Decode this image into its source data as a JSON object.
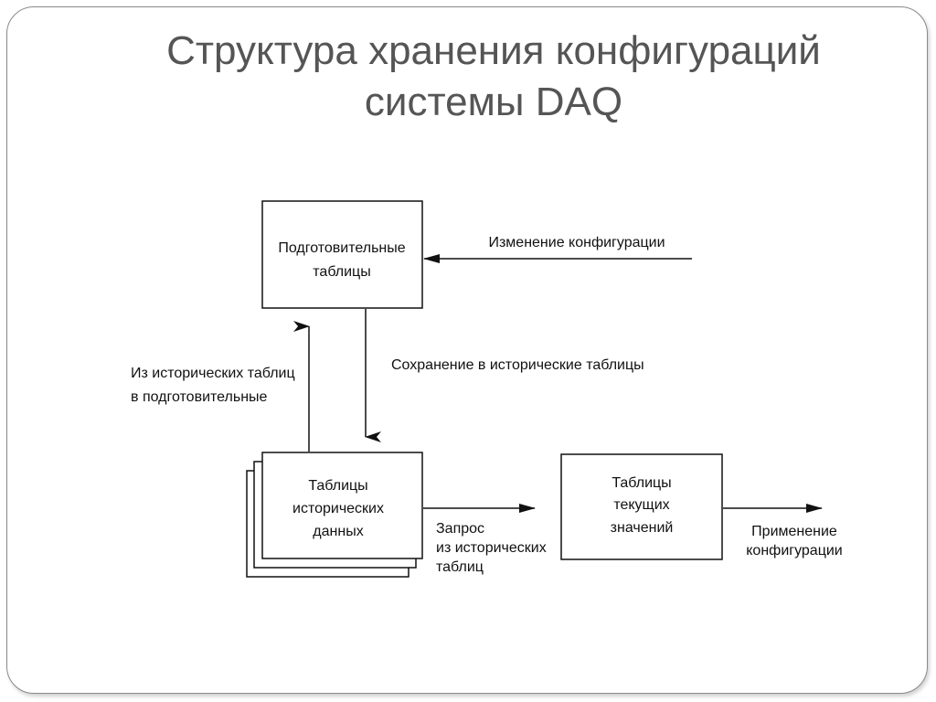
{
  "slide": {
    "title_line1": "Структура хранения конфигураций",
    "title_line2": "системы DAQ"
  },
  "diagram": {
    "prep_tables": {
      "line1": "Подготовительные",
      "line2": "таблицы"
    },
    "hist_tables": {
      "line1": "Таблицы",
      "line2": "исторических",
      "line3": "данных"
    },
    "current_tables": {
      "line1": "Таблицы",
      "line2": "текущих",
      "line3": "значений"
    },
    "config_change": "Изменение конфигурации",
    "save_to_hist": "Сохранение в исторические таблицы",
    "from_hist": {
      "line1": "Из исторических таблиц",
      "line2": "в подготовительные"
    },
    "query": {
      "line1": "Запрос",
      "line2": "из исторических",
      "line3": "таблиц"
    },
    "apply": {
      "line1": "Применение",
      "line2": "конфигурации"
    }
  }
}
